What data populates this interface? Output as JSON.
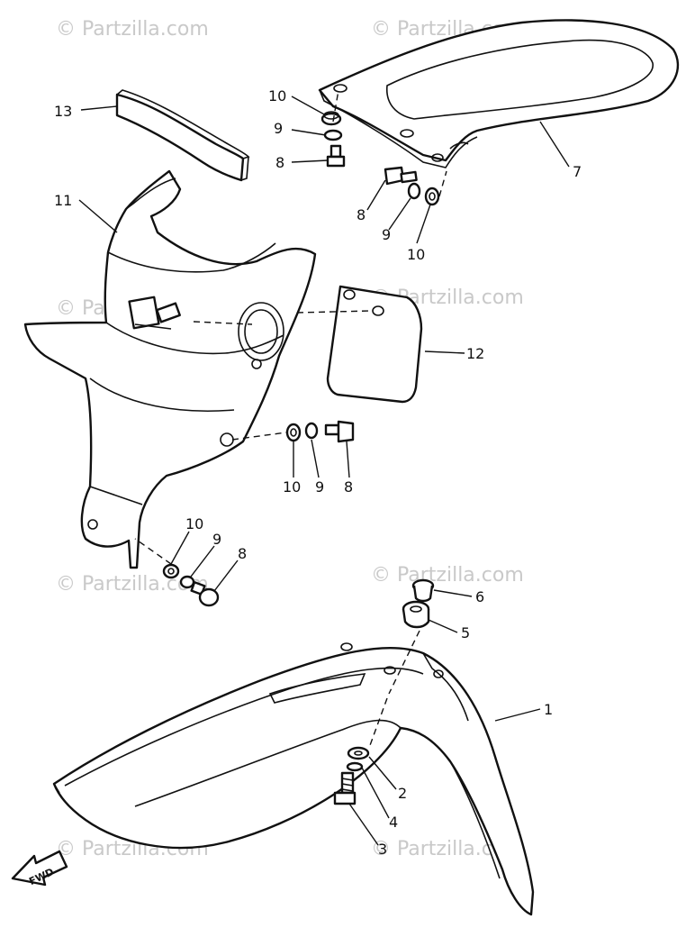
{
  "watermark": "© Partzilla.com",
  "callouts": {
    "p1": "1",
    "p2": "2",
    "p3": "3",
    "p4": "4",
    "p5": "5",
    "p6": "6",
    "p7": "7",
    "p8a": "8",
    "p8b": "8",
    "p8c": "8",
    "p8d": "8",
    "p9a": "9",
    "p9b": "9",
    "p9c": "9",
    "p9d": "9",
    "p10a": "10",
    "p10b": "10",
    "p10c": "10",
    "p10d": "10",
    "p11": "11",
    "p12": "12",
    "p13": "13"
  },
  "fwd_arrow": "FWD"
}
